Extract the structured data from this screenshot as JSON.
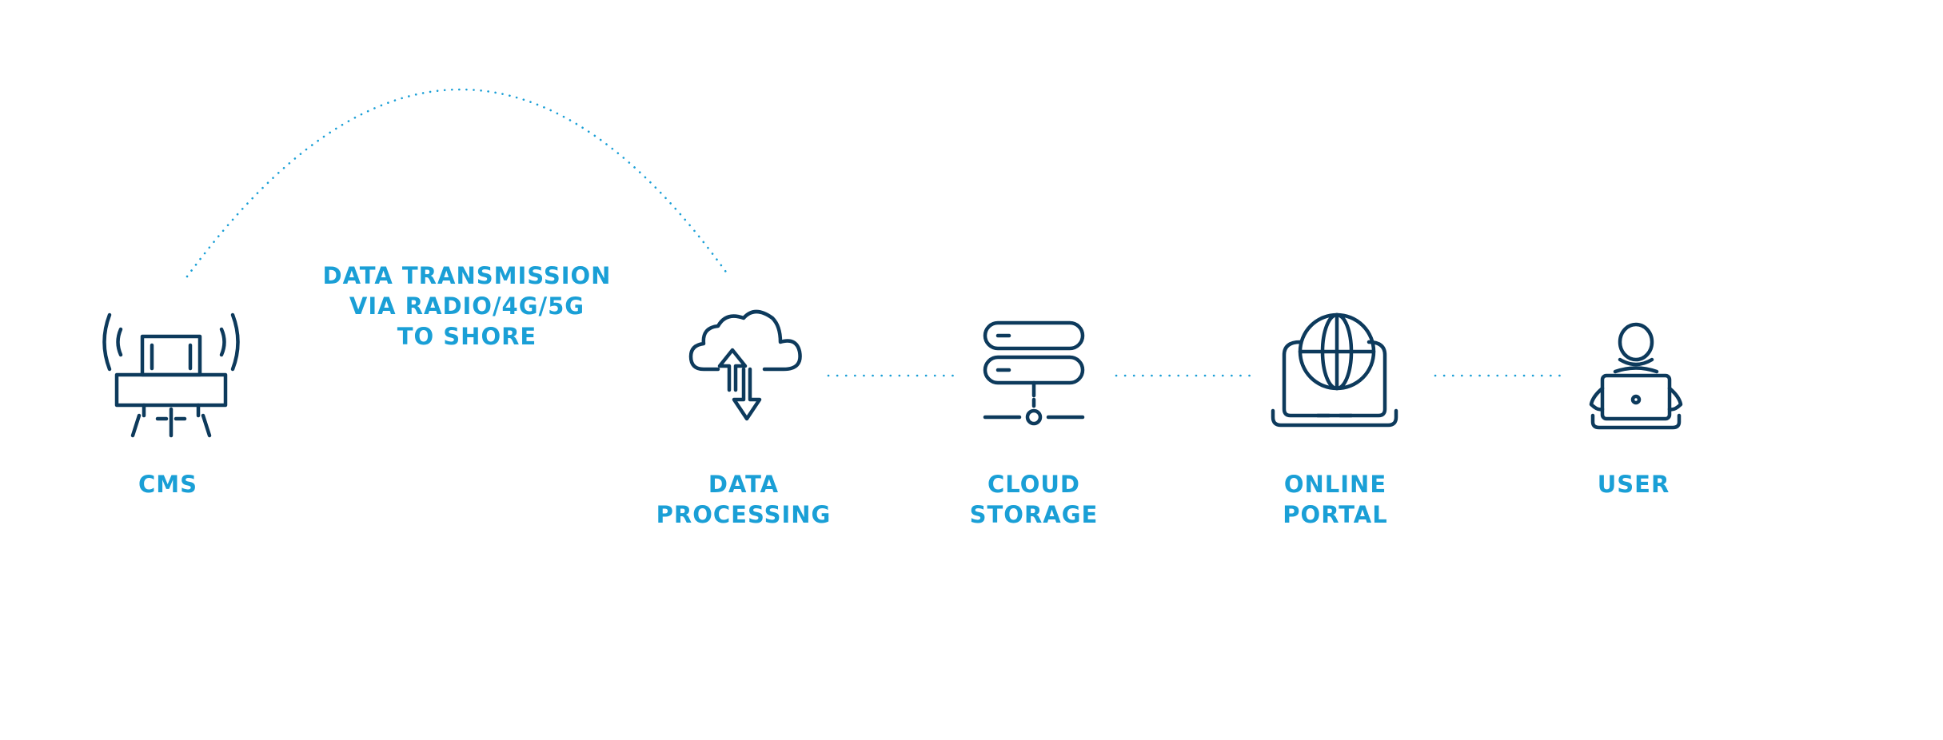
{
  "colors": {
    "label": "#1a9fd6",
    "icon": "#0d3a5c",
    "connector": "#1a9fd6"
  },
  "transmission": {
    "line1": "DATA TRANSMISSION",
    "line2": "VIA RADIO/4G/5G",
    "line3": "TO SHORE"
  },
  "nodes": [
    {
      "id": "cms",
      "icon": "cms-buoy-icon",
      "line1": "CMS",
      "line2": ""
    },
    {
      "id": "processing",
      "icon": "cloud-sync-icon",
      "line1": "DATA",
      "line2": "PROCESSING"
    },
    {
      "id": "storage",
      "icon": "server-icon",
      "line1": "CLOUD",
      "line2": "STORAGE"
    },
    {
      "id": "portal",
      "icon": "laptop-globe-icon",
      "line1": "ONLINE",
      "line2": "PORTAL"
    },
    {
      "id": "user",
      "icon": "user-laptop-icon",
      "line1": "USER",
      "line2": ""
    }
  ]
}
